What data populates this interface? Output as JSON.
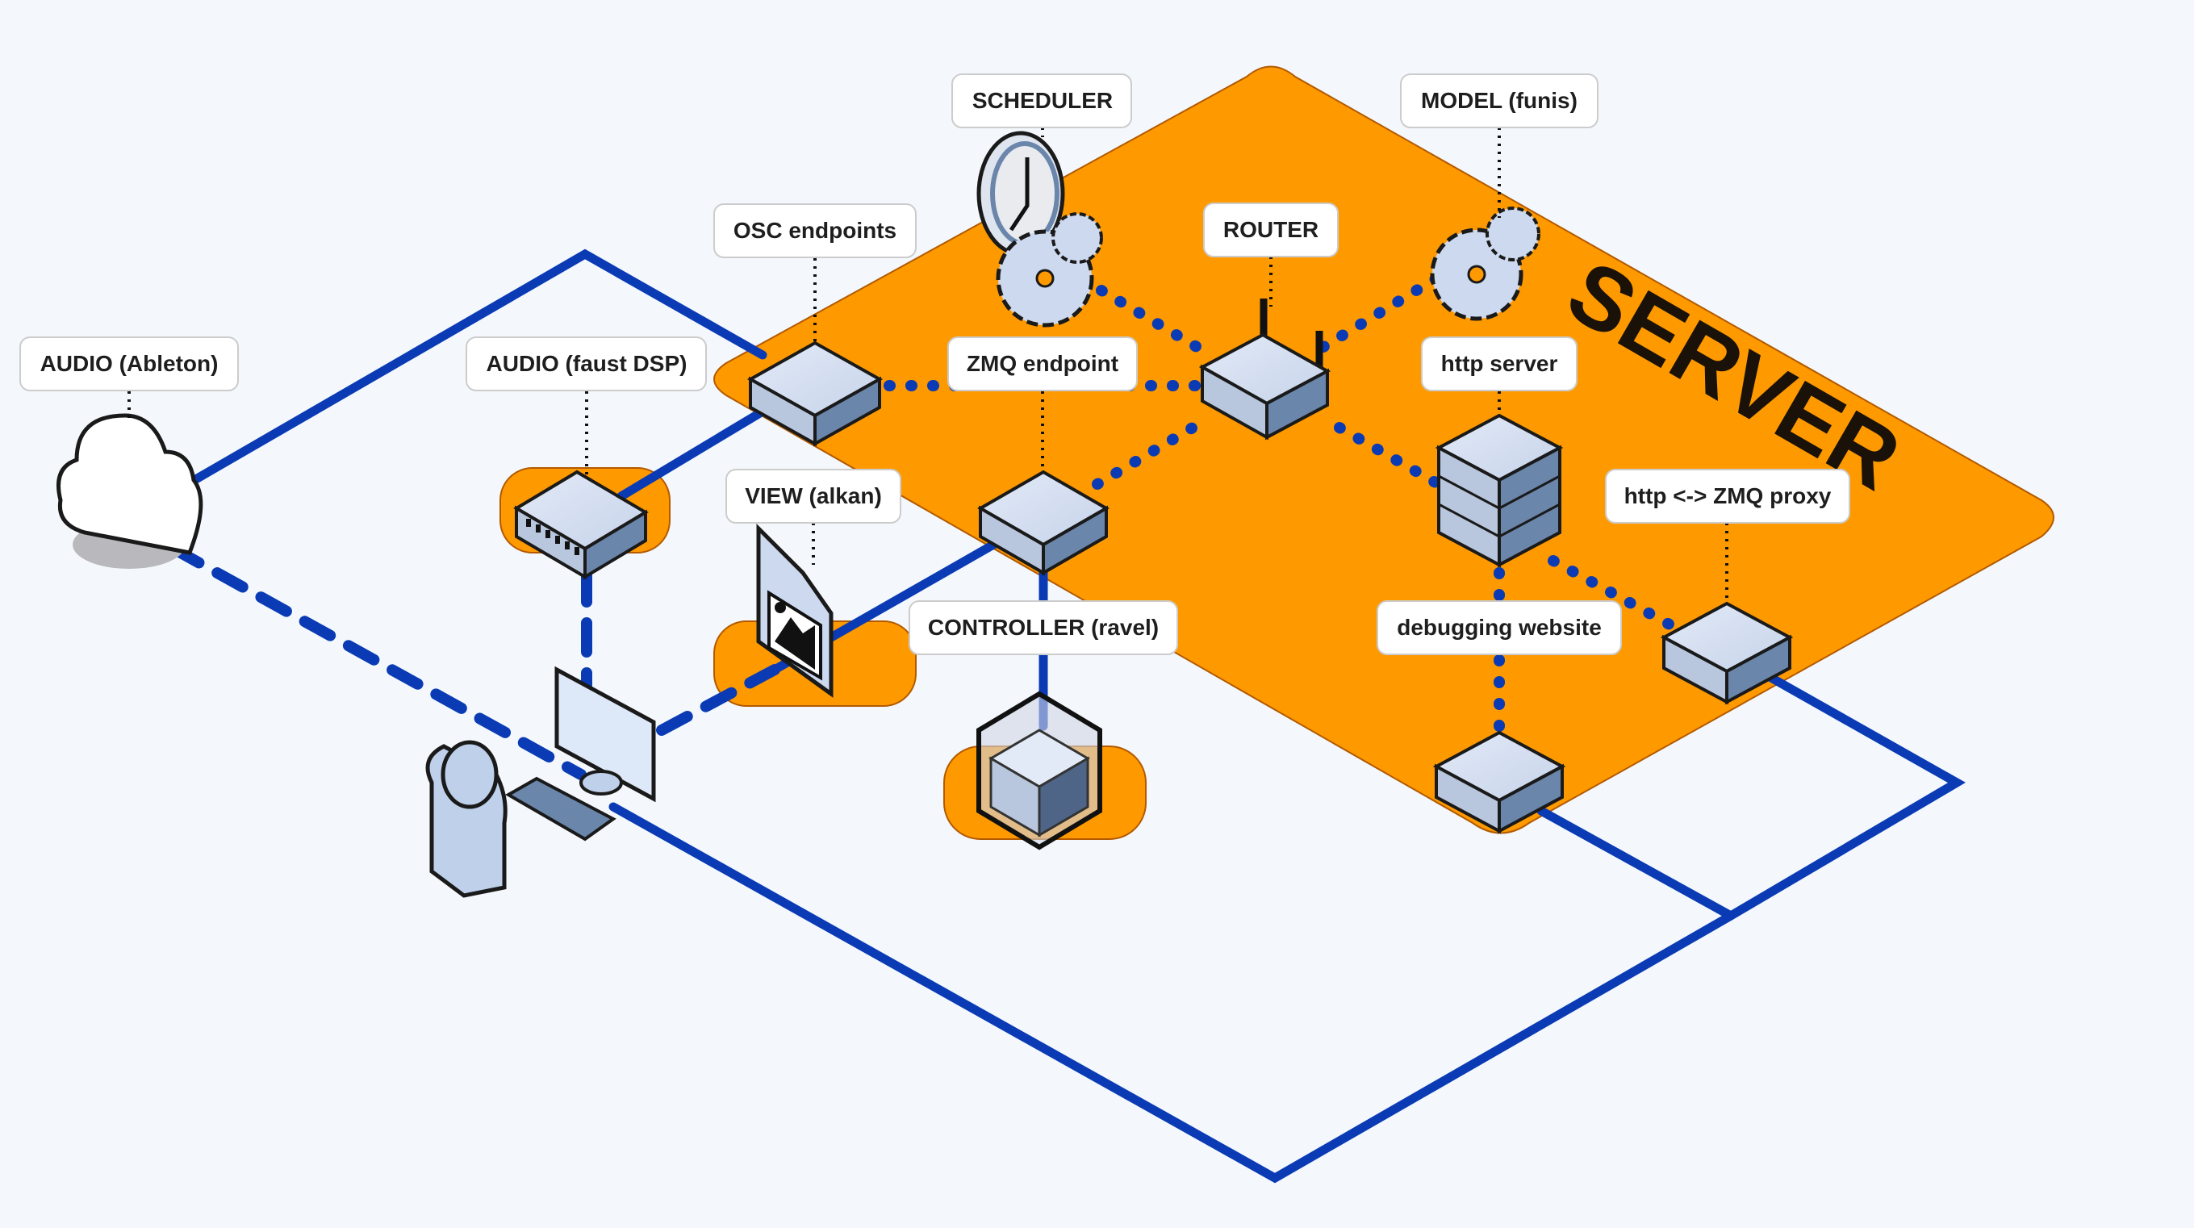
{
  "diagram": {
    "type": "isometric network architecture",
    "zone_label": "SERVER",
    "colors": {
      "background": "#f4f8fc",
      "zone": "#fe9900",
      "link": "#0a3bb5",
      "device_top": "#cdd9ee",
      "device_side": "#6b86ab",
      "label_bg": "#ffffff"
    },
    "nodes": [
      {
        "id": "audio-ableton",
        "label": "AUDIO (Ableton)",
        "icon": "cloud-icon"
      },
      {
        "id": "audio-faust",
        "label": "AUDIO (faust DSP)",
        "icon": "switch-icon"
      },
      {
        "id": "osc",
        "label": "OSC endpoints",
        "icon": "box-icon"
      },
      {
        "id": "scheduler",
        "label": "SCHEDULER",
        "icon": "clock-gears-icon"
      },
      {
        "id": "router",
        "label": "ROUTER",
        "icon": "router-icon"
      },
      {
        "id": "model",
        "label": "MODEL (funis)",
        "icon": "gears-icon"
      },
      {
        "id": "zmq",
        "label": "ZMQ endpoint",
        "icon": "box-icon"
      },
      {
        "id": "http-server",
        "label": "http server",
        "icon": "server-stack-icon"
      },
      {
        "id": "view",
        "label": "VIEW (alkan)",
        "icon": "image-document-icon"
      },
      {
        "id": "controller",
        "label": "CONTROLLER (ravel)",
        "icon": "rack-icon"
      },
      {
        "id": "proxy",
        "label": "http <-> ZMQ proxy",
        "icon": "box-icon"
      },
      {
        "id": "debug",
        "label": "debugging website",
        "icon": "box-icon"
      },
      {
        "id": "user",
        "label": "",
        "icon": "user-workstation-icon"
      }
    ]
  }
}
